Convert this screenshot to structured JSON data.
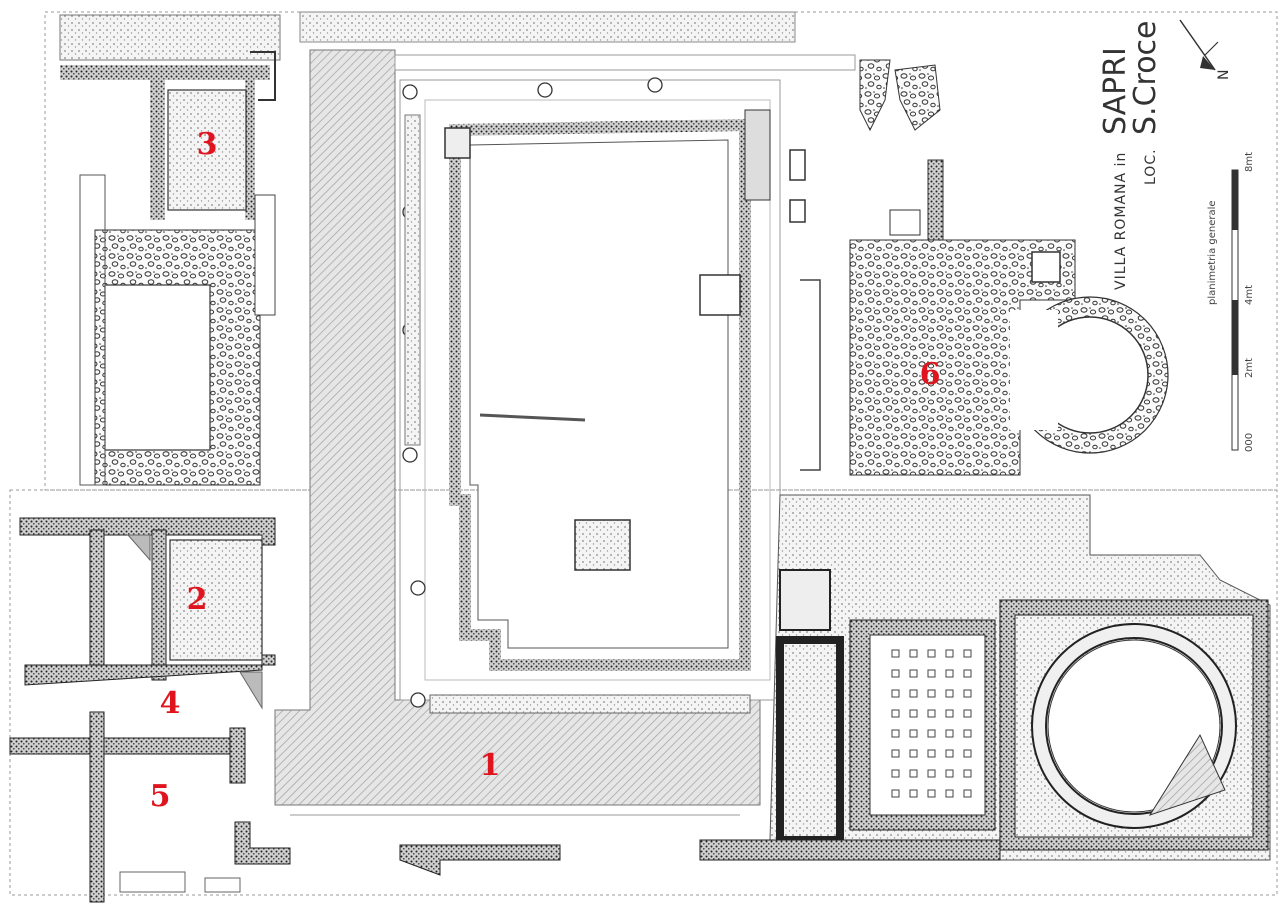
{
  "title": {
    "line1_prefix": "VILLA ROMANA in",
    "line1_main": "SAPRI",
    "line2_prefix": "LOC.",
    "line2_main": "S.Croce"
  },
  "scale": {
    "label": "planimetria generale",
    "ticks": [
      "000",
      "2mt",
      "4mt",
      "8mt"
    ]
  },
  "north_label": "N",
  "areas": [
    {
      "id": "area-1",
      "label": "1"
    },
    {
      "id": "area-2",
      "label": "2"
    },
    {
      "id": "area-3",
      "label": "3"
    },
    {
      "id": "area-4",
      "label": "4"
    },
    {
      "id": "area-5",
      "label": "5"
    },
    {
      "id": "area-6",
      "label": "6"
    }
  ],
  "colors": {
    "label_red": "#e0141e",
    "wall_dark": "#2a2a2a",
    "hatch_gray": "#bdbdbd"
  }
}
